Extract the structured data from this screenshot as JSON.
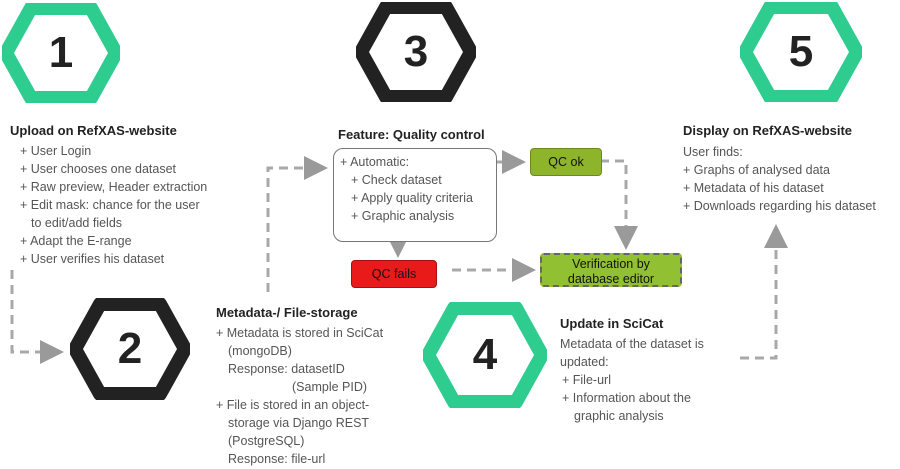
{
  "steps": [
    {
      "number": "1",
      "title": "Upload on RefXAS-website",
      "lines": [
        "+ User Login",
        "+ User chooses one dataset",
        "+ Raw preview, Header extraction",
        "+ Edit mask: chance for the user",
        "to edit/add fields",
        "+ Adapt the E-range",
        "+ User verifies his dataset"
      ]
    },
    {
      "number": "2",
      "title": "Metadata-/ File-storage",
      "lines": [
        "+ Metadata is stored in SciCat",
        "(mongoDB)",
        "Response: datasetID",
        "(Sample PID)",
        "+ File is stored in an object-",
        "storage via Django REST",
        "(PostgreSQL)",
        "Response: file-url"
      ]
    },
    {
      "number": "3",
      "title": "Feature: Quality control",
      "lines": [
        "+ Automatic:",
        "+ Check dataset",
        "+ Apply quality criteria",
        "+ Graphic analysis"
      ]
    },
    {
      "number": "4",
      "title": "Update in SciCat",
      "lines": [
        "Metadata of the dataset is",
        "updated:",
        "+ File-url",
        "+ Information about the",
        "graphic analysis"
      ]
    },
    {
      "number": "5",
      "title": "Display on RefXAS-website",
      "lines": [
        "User finds:",
        "+ Graphs of analysed data",
        "+ Metadata of his dataset",
        "+ Downloads regarding his dataset"
      ]
    }
  ],
  "qc": {
    "ok_label": "QC ok",
    "fails_label": "QC fails",
    "verify_line1": "Verification by",
    "verify_line2": "database editor"
  },
  "colors": {
    "green_hex": "#2ecc8e",
    "black_hex": "#222222",
    "qc_ok": "#8db42b",
    "qc_fails": "#e81a1a",
    "verify": "#92c033"
  }
}
